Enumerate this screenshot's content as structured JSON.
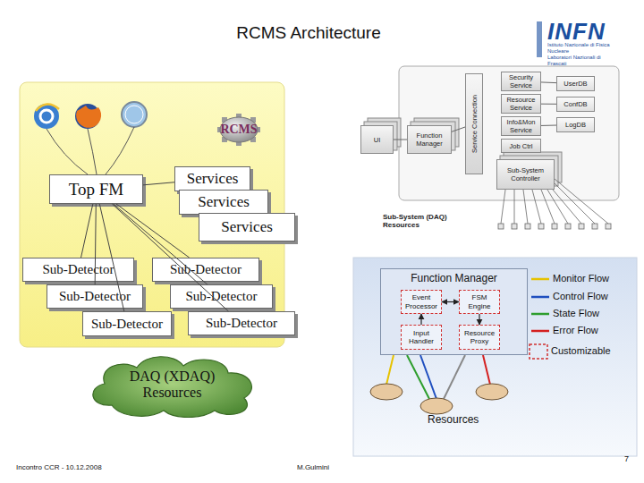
{
  "diagram": {
    "title": "RCMS Architecture",
    "nodes": [
      {
        "text": [
          "RCMS"
        ]
      },
      {
        "text": [
          "Top FM"
        ]
      },
      {
        "text": [
          "Services"
        ]
      },
      {
        "text": [
          "Services"
        ]
      },
      {
        "text": [
          "Services"
        ]
      },
      {
        "text": [
          "Sub-Detector"
        ]
      },
      {
        "text": [
          "Sub-Detector"
        ]
      },
      {
        "text": [
          "Sub-Detector"
        ]
      },
      {
        "text": [
          "Sub-Detector"
        ]
      },
      {
        "text": [
          "Sub-Detector"
        ]
      },
      {
        "text": [
          "Sub-Detector"
        ]
      },
      {
        "text": [
          "DAQ (XDAQ) Resources"
        ]
      },
      {
        "text": [
          "UI"
        ]
      },
      {
        "text": [
          "Function Manager"
        ]
      },
      {
        "text": [
          "Service Connection"
        ]
      },
      {
        "text": [
          "Security Service"
        ]
      },
      {
        "text": [
          "Resource Service"
        ]
      },
      {
        "text": [
          "Info&Mon Service"
        ]
      },
      {
        "text": [
          "Job Ctrl"
        ]
      },
      {
        "text": [
          "UserDB"
        ]
      },
      {
        "text": [
          "ConfDB"
        ]
      },
      {
        "text": [
          "LogDB"
        ]
      },
      {
        "text": [
          "Sub-System Controller"
        ]
      },
      {
        "text": [
          "Function Manager"
        ]
      },
      {
        "text": [
          "Event Processor"
        ],
        "in": 23
      },
      {
        "text": [
          "FSM Engine"
        ],
        "in": 23
      },
      {
        "text": [
          "Input Handler"
        ],
        "in": 23
      },
      {
        "text": [
          "Resource Proxy"
        ],
        "in": 23
      }
    ],
    "edges": [
      {
        "from": 1,
        "to": 2,
        "arrow": "none"
      },
      {
        "from": 1,
        "to": 5,
        "arrow": "none"
      },
      {
        "from": 1,
        "to": 6,
        "arrow": "none"
      },
      {
        "from": 1,
        "to": 7,
        "arrow": "none"
      },
      {
        "from": 1,
        "to": 8,
        "arrow": "none"
      },
      {
        "from": 1,
        "to": 9,
        "arrow": "none"
      },
      {
        "from": 1,
        "to": 10,
        "arrow": "none"
      },
      {
        "from": 12,
        "to": 13,
        "arrow": "none"
      },
      {
        "from": 13,
        "to": 14,
        "arrow": "none"
      },
      {
        "from": 15,
        "to": 19,
        "arrow": "none"
      },
      {
        "from": 16,
        "to": 20,
        "arrow": "none"
      },
      {
        "from": 17,
        "to": 21,
        "arrow": "none"
      },
      {
        "from": 24,
        "to": 25,
        "arrow": "both"
      },
      {
        "from": 26,
        "to": 24,
        "arrow": "to"
      },
      {
        "from": 25,
        "to": 27,
        "arrow": "to"
      }
    ],
    "labels": [
      "INFN",
      "Istituto Nazionale di Fisica Nucleare",
      "Laboratori Nazionali di Frascati",
      "Sub-System (DAQ) Resources",
      "Resources",
      "Incontro CCR - 10.12.2008",
      "M.Gulmini",
      "7"
    ],
    "legend": [
      {
        "text": "Monitor Flow"
      },
      {
        "text": "Control Flow"
      },
      {
        "text": "State Flow"
      },
      {
        "text": "Error Flow"
      },
      {
        "text": "Customizable"
      }
    ]
  }
}
